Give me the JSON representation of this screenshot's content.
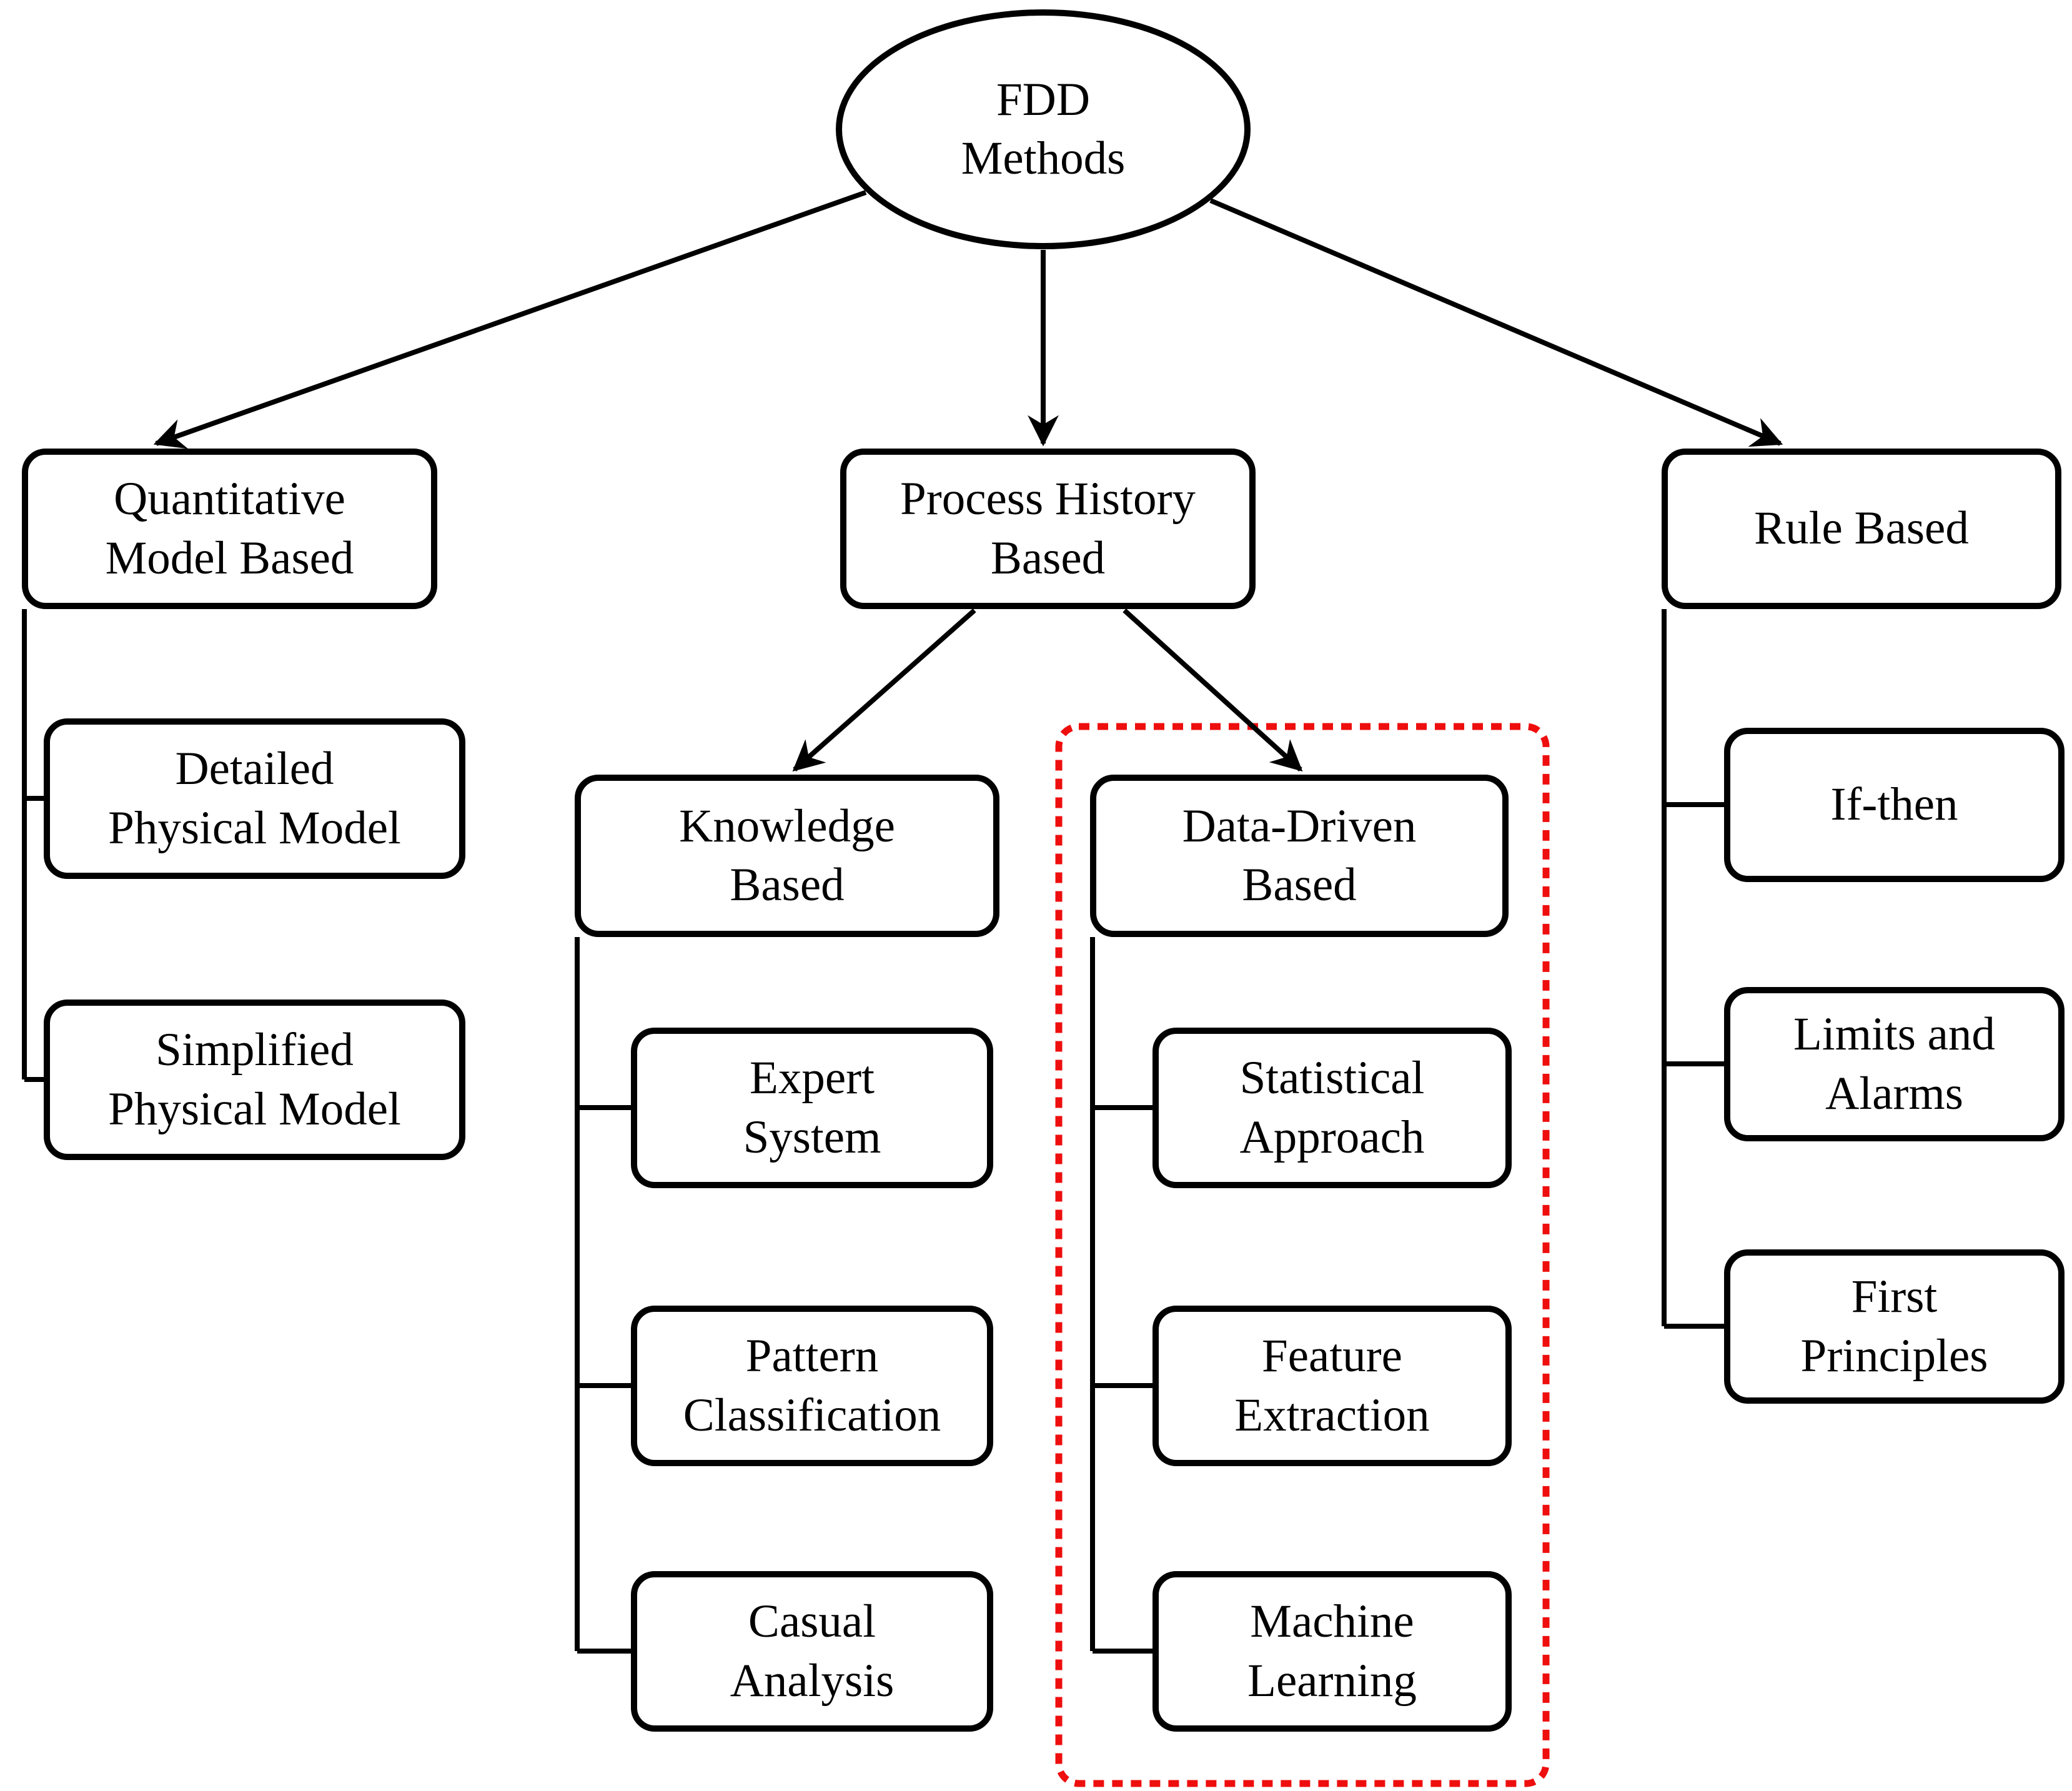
{
  "diagram_title": "FDD Methods",
  "colors": {
    "line": "#000000",
    "box_border": "#000000",
    "text": "#000000",
    "highlight_red": "#ee0e0e",
    "background": "#ffffff"
  },
  "root": {
    "label": "FDD Methods",
    "lines": [
      "FDD",
      "Methods"
    ]
  },
  "nodes": {
    "quantitative": {
      "label": "Quantitative Model Based",
      "lines": [
        "Quantitative",
        "Model Based"
      ]
    },
    "process_history": {
      "label": "Process History Based",
      "lines": [
        "Process History",
        "Based"
      ]
    },
    "rule_based": {
      "label": "Rule Based",
      "lines": [
        "Rule Based"
      ]
    },
    "detailed": {
      "label": "Detailed Physical Model",
      "lines": [
        "Detailed",
        "Physical Model"
      ]
    },
    "simplified": {
      "label": "Simplified Physical Model",
      "lines": [
        "Simplified",
        "Physical Model"
      ]
    },
    "knowledge": {
      "label": "Knowledge Based",
      "lines": [
        "Knowledge",
        "Based"
      ]
    },
    "data_driven": {
      "label": "Data-Driven Based",
      "lines": [
        "Data-Driven",
        "Based"
      ]
    },
    "expert": {
      "label": "Expert System",
      "lines": [
        "Expert",
        "System"
      ]
    },
    "pattern": {
      "label": "Pattern Classification",
      "lines": [
        "Pattern",
        "Classification"
      ]
    },
    "casual": {
      "label": "Casual Analysis",
      "lines": [
        "Casual",
        "Analysis"
      ]
    },
    "statistical": {
      "label": "Statistical Approach",
      "lines": [
        "Statistical",
        "Approach"
      ]
    },
    "feature": {
      "label": "Feature Extraction",
      "lines": [
        "Feature",
        "Extraction"
      ]
    },
    "machine": {
      "label": "Machine Learning",
      "lines": [
        "Machine",
        "Learning"
      ]
    },
    "if_then": {
      "label": "If-then",
      "lines": [
        "If-then"
      ]
    },
    "limits": {
      "label": "Limits and Alarms",
      "lines": [
        "Limits and",
        "Alarms"
      ]
    },
    "first": {
      "label": "First Principles",
      "lines": [
        "First",
        "Principles"
      ]
    }
  },
  "edges": [
    {
      "from": "FDD Methods",
      "to": "Quantitative Model Based"
    },
    {
      "from": "FDD Methods",
      "to": "Process History Based"
    },
    {
      "from": "FDD Methods",
      "to": "Rule Based"
    },
    {
      "from": "Quantitative Model Based",
      "to": "Detailed Physical Model"
    },
    {
      "from": "Quantitative Model Based",
      "to": "Simplified Physical Model"
    },
    {
      "from": "Process History Based",
      "to": "Knowledge Based"
    },
    {
      "from": "Process History Based",
      "to": "Data-Driven Based"
    },
    {
      "from": "Knowledge Based",
      "to": "Expert System"
    },
    {
      "from": "Knowledge Based",
      "to": "Pattern Classification"
    },
    {
      "from": "Knowledge Based",
      "to": "Casual Analysis"
    },
    {
      "from": "Data-Driven Based",
      "to": "Statistical Approach"
    },
    {
      "from": "Data-Driven Based",
      "to": "Feature Extraction"
    },
    {
      "from": "Data-Driven Based",
      "to": "Machine Learning"
    },
    {
      "from": "Rule Based",
      "to": "If-then"
    },
    {
      "from": "Rule Based",
      "to": "Limits and Alarms"
    },
    {
      "from": "Rule Based",
      "to": "First Principles"
    }
  ],
  "highlight": {
    "shape": "dashed-rectangle",
    "color": "#ee0e0e",
    "encloses": [
      "Data-Driven Based",
      "Statistical Approach",
      "Feature Extraction",
      "Machine Learning"
    ]
  }
}
